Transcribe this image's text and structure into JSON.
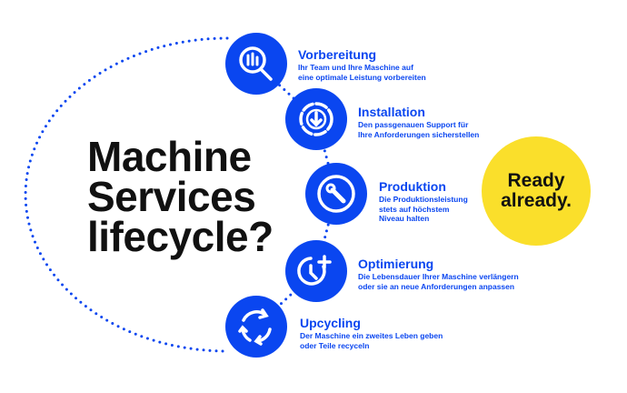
{
  "title": {
    "lines": [
      "Machine",
      "Services",
      "lifecycle?"
    ]
  },
  "badge": {
    "lines": [
      "Ready",
      "already."
    ]
  },
  "colors": {
    "blue": "#0a46f0",
    "yellow": "#fadf2b",
    "text": "#111111"
  },
  "steps": [
    {
      "title": "Vorbereitung",
      "desc": [
        "Ihr Team und Ihre Maschine auf",
        "eine optimale Leistung vorbereiten"
      ],
      "icon": "search-chart-icon"
    },
    {
      "title": "Installation",
      "desc": [
        "Den passgenauen Support für",
        "Ihre Anforderungen sicherstellen"
      ],
      "icon": "download-circle-icon"
    },
    {
      "title": "Produktion",
      "desc": [
        "Die Produktionsleistung",
        "stets auf höchstem",
        "Niveau halten"
      ],
      "icon": "wrench-icon"
    },
    {
      "title": "Optimierung",
      "desc": [
        "Die Lebensdauer Ihrer Maschine verlängern",
        "oder sie an neue Anforderungen anpassen"
      ],
      "icon": "clock-plus-icon"
    },
    {
      "title": "Upcycling",
      "desc": [
        "Der Maschine ein zweites Leben geben",
        "oder Teile recyceln"
      ],
      "icon": "recycle-icon"
    }
  ]
}
